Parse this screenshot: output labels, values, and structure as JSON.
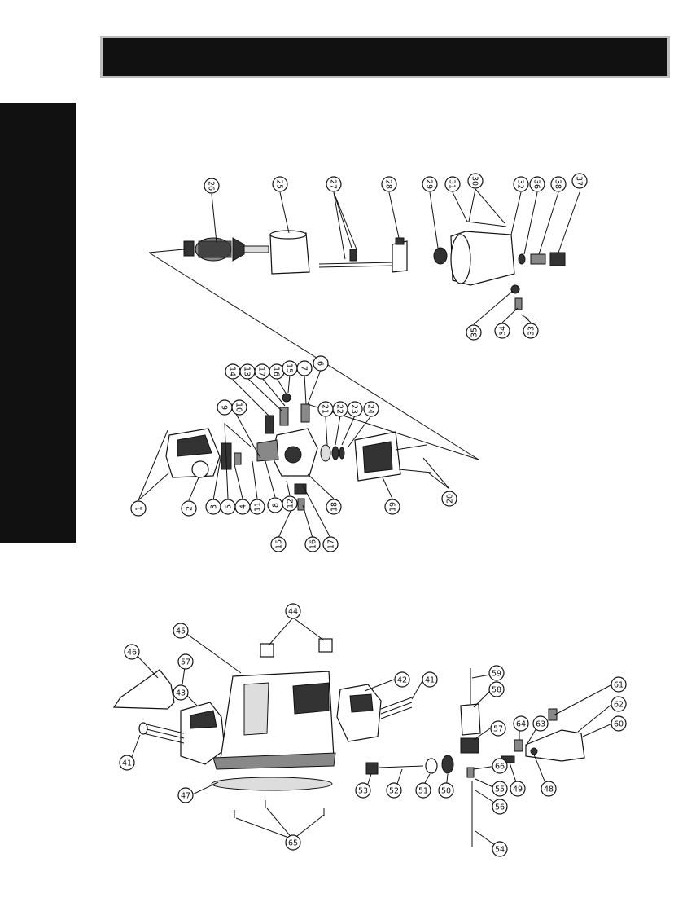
{
  "diagram": {
    "callouts_group1": [
      "26",
      "25",
      "27",
      "28",
      "29",
      "31",
      "30",
      "32",
      "36",
      "38",
      "37",
      "35",
      "34",
      "33"
    ],
    "callouts_group2": [
      "14",
      "13",
      "17",
      "16",
      "15",
      "7",
      "6",
      "9",
      "10",
      "21",
      "22",
      "23",
      "24",
      "1",
      "2",
      "3",
      "5",
      "4",
      "11",
      "8",
      "12",
      "18",
      "19",
      "20",
      "15",
      "16",
      "17"
    ],
    "callouts_group3": [
      "44",
      "45",
      "46",
      "57",
      "43",
      "42",
      "41",
      "41",
      "47",
      "65",
      "59",
      "58",
      "61",
      "62",
      "64",
      "63",
      "60",
      "57",
      "66",
      "53",
      "52",
      "51",
      "50",
      "49",
      "48",
      "55",
      "56",
      "54"
    ]
  }
}
